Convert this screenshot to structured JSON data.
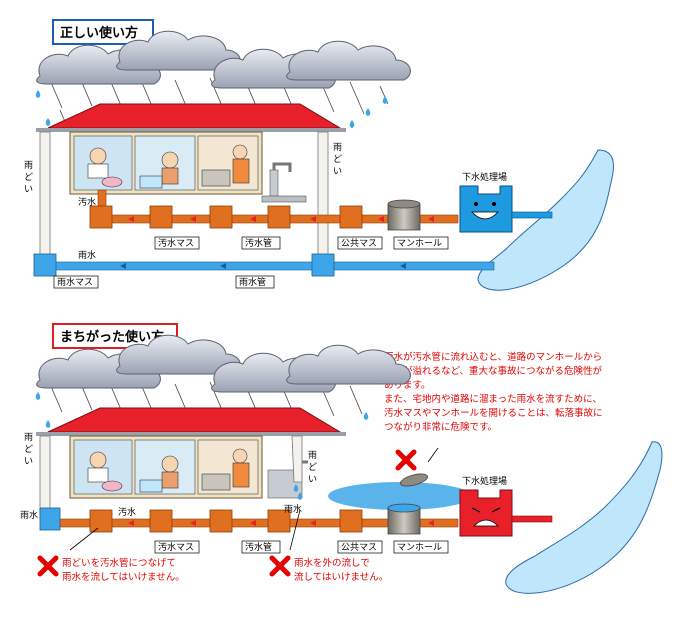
{
  "correct": {
    "title": "正しい使い方",
    "labels": {
      "downspout_left": "雨どい",
      "downspout_right": "雨どい",
      "sewage": "汚水",
      "sewage_basin": "汚水マス",
      "sewage_pipe": "汚水管",
      "public_basin": "公共マス",
      "manhole": "マンホール",
      "treatment_plant": "下水処理場",
      "rainwater": "雨水",
      "rain_basin": "雨水マス",
      "rain_pipe": "雨水管"
    }
  },
  "wrong": {
    "title": "まちがった使い方",
    "note_lines": [
      "雨水が汚水管に流れ込むと、道路のマンホールから",
      "汚水が溢れるなど、重大な事故につながる危険性が",
      "あります。",
      "また、宅地内や道路に溜まった雨水を流すために、",
      "汚水マスやマンホールを開けることは、転落事故に",
      "つながり非常に危険です。"
    ],
    "labels": {
      "downspout_left": "雨どい",
      "downspout_right": "雨どい",
      "rainwater_left": "雨水",
      "rainwater_right": "雨水",
      "sewage": "汚水",
      "sewage_basin": "汚水マス",
      "sewage_pipe": "汚水管",
      "public_basin": "公共マス",
      "manhole": "マンホール",
      "treatment_plant": "下水処理場"
    },
    "warning_1": [
      "雨どいを汚水管につなげて",
      "雨水を流してはいけません。"
    ],
    "warning_2": [
      "雨水を外の流しで",
      "流してはいけません。"
    ]
  },
  "colors": {
    "title_correct_border": "#1a5fb4",
    "title_wrong_border": "#e01b24",
    "roof": "#e8202a",
    "sewage_pipe": "#e07020",
    "rain_pipe": "#3ea6e8",
    "water": "#bfe6fb",
    "warning": "#e60000",
    "plant_happy": "#1e9be0",
    "plant_sad": "#e8202a"
  }
}
